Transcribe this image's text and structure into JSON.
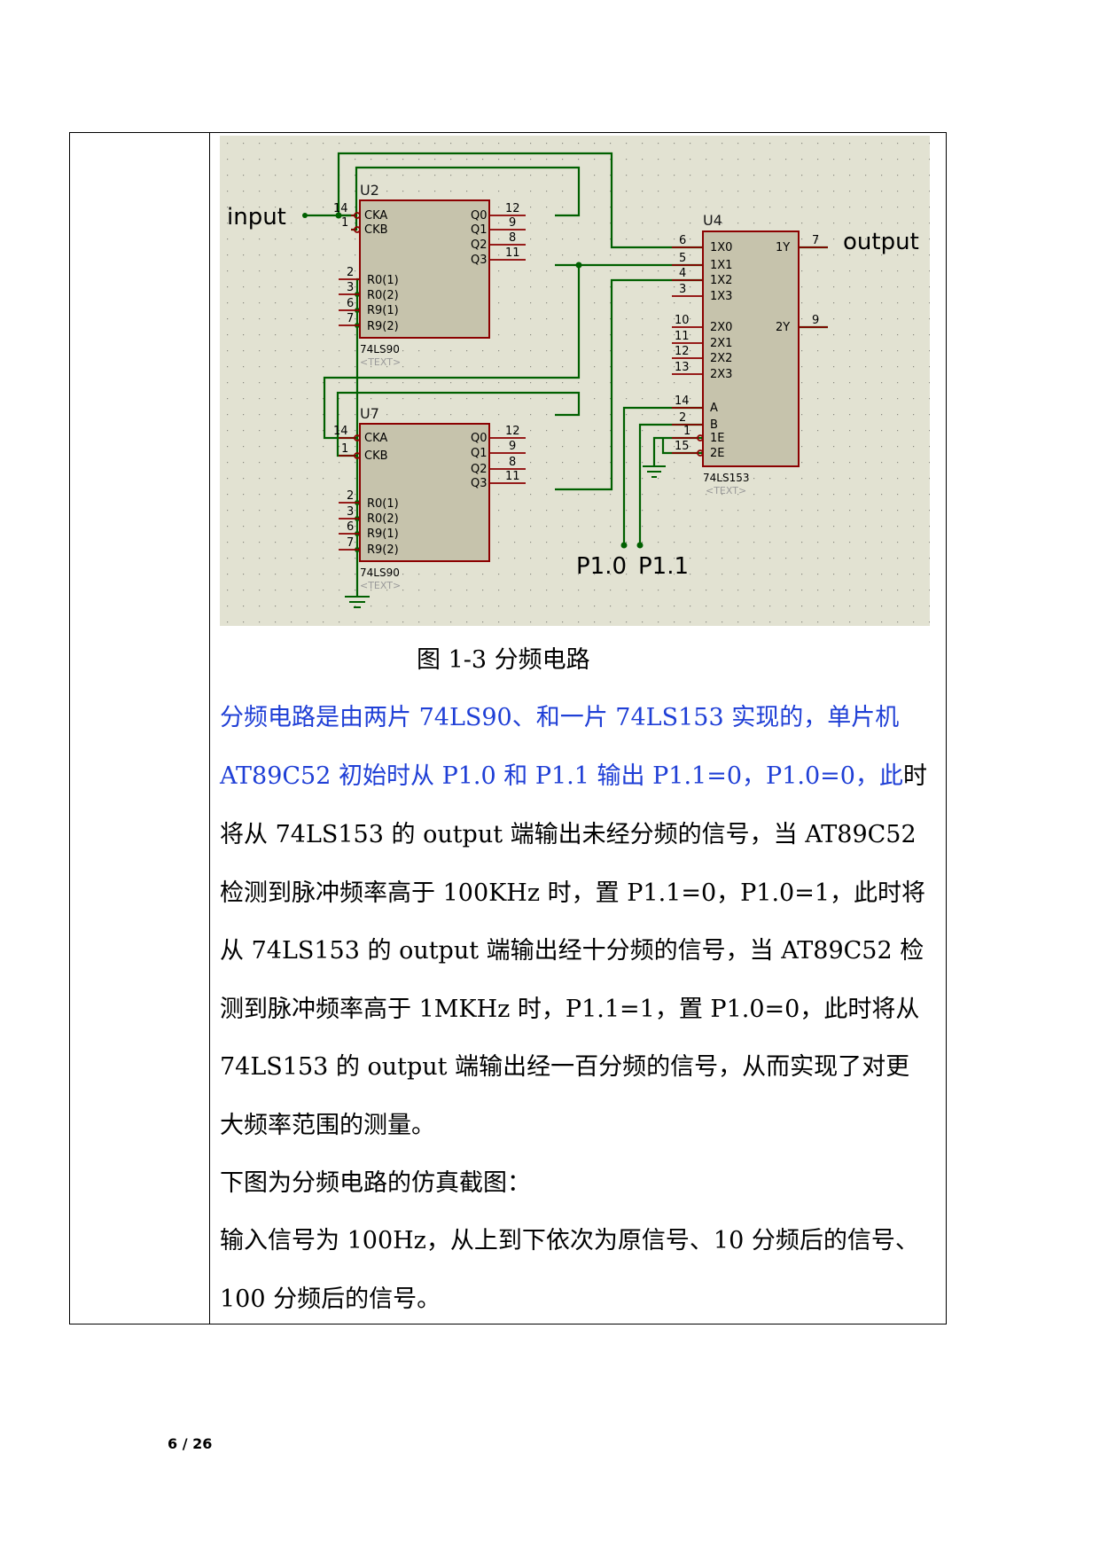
{
  "schematic": {
    "input_label": "input",
    "output_label": "output",
    "p10_label": "P1.0",
    "p11_label": "P1.1",
    "u2": {
      "ref": "U2",
      "part": "74LS90",
      "text": "<TEXT>",
      "pin_ckA": "CKA",
      "pin_ckB": "CKB",
      "pin_q0": "Q0",
      "pin_q1": "Q1",
      "pin_q2": "Q2",
      "pin_q3": "Q3",
      "pin_r01": "R0(1)",
      "pin_r02": "R0(2)",
      "pin_r91": "R9(1)",
      "pin_r92": "R9(2)",
      "num_14": "14",
      "num_1": "1",
      "num_12": "12",
      "num_9": "9",
      "num_8": "8",
      "num_11": "11",
      "num_2": "2",
      "num_3": "3",
      "num_6": "6",
      "num_7": "7"
    },
    "u7": {
      "ref": "U7",
      "part": "74LS90",
      "text": "<TEXT>",
      "pin_ckA": "CKA",
      "pin_ckB": "CKB",
      "pin_q0": "Q0",
      "pin_q1": "Q1",
      "pin_q2": "Q2",
      "pin_q3": "Q3",
      "pin_r01": "R0(1)",
      "pin_r02": "R0(2)",
      "pin_r91": "R9(1)",
      "pin_r92": "R9(2)",
      "num_14": "14",
      "num_1": "1",
      "num_12": "12",
      "num_9": "9",
      "num_8": "8",
      "num_11": "11",
      "num_2": "2",
      "num_3": "3",
      "num_6": "6",
      "num_7": "7"
    },
    "u4": {
      "ref": "U4",
      "part": "74LS153",
      "text": "<TEXT>",
      "pin_1x0": "1X0",
      "pin_1x1": "1X1",
      "pin_1x2": "1X2",
      "pin_1x3": "1X3",
      "pin_2x0": "2X0",
      "pin_2x1": "2X1",
      "pin_2x2": "2X2",
      "pin_2x3": "2X3",
      "pin_a": "A",
      "pin_b": "B",
      "pin_1e": "1E",
      "pin_2e": "2E",
      "pin_1y": "1Y",
      "pin_2y": "2Y",
      "num_6": "6",
      "num_5": "5",
      "num_4": "4",
      "num_3": "3",
      "num_10": "10",
      "num_11": "11",
      "num_12": "12",
      "num_13": "13",
      "num_14": "14",
      "num_2": "2",
      "num_1": "1",
      "num_15": "15",
      "num_7": "7",
      "num_9": "9"
    }
  },
  "caption": "图 1-3  分频电路",
  "paragraphs": {
    "l1": "分频电路是由两片 74LS90、和一片 74LS153 实现的，单片机",
    "l2a": "AT89C52 初始时从 P1.0 和 P1.1 输出 P1.1=0，P1.0=0，此",
    "l2b": "时",
    "l3": "将从 74LS153 的 output 端输出未经分频的信号，当 AT89C52",
    "l4": "检测到脉冲频率高于 100KHz 时，置 P1.1=0，P1.0=1，此时将",
    "l5": "从 74LS153 的 output 端输出经十分频的信号，当 AT89C52 检",
    "l6": "测到脉冲频率高于 1MKHz 时，P1.1=1，置 P1.0=0，此时将从",
    "l7": "74LS153 的 output 端输出经一百分频的信号，从而实现了对更",
    "l8": "大频率范围的测量。",
    "l9": "下图为分频电路的仿真截图：",
    "l10": "输入信号为 100Hz，从上到下依次为原信号、10 分频后的信号、",
    "l11": "100 分频后的信号。"
  },
  "page_number": "6 / 26",
  "colors": {
    "wire": "#006000",
    "chip_border": "#8b0000",
    "chip_fill": "#c6c3ac",
    "canvas": "#e2e2d2",
    "blue_text": "#1f3fd6"
  }
}
